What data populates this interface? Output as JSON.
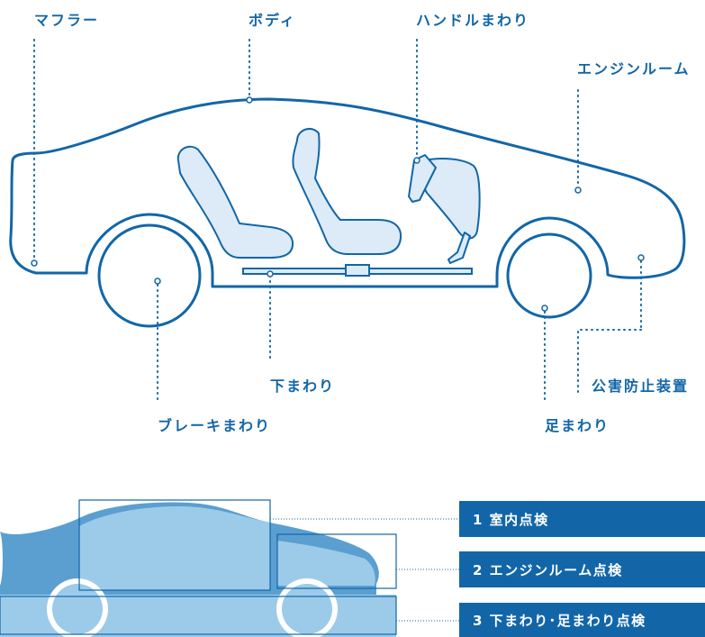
{
  "colors": {
    "primary": "#1266a8",
    "interior_fill": "#dcebf7",
    "silhouette_dark": "#5b9fd0",
    "silhouette_light": "#9ccbe9",
    "legend_bar": "#1266a8"
  },
  "parts": {
    "muffler": "マフラー",
    "body": "ボディ",
    "steering": "ハンドルまわり",
    "engine_room": "エンジンルーム",
    "brakes": "ブレーキまわり",
    "underbody": "下まわり",
    "suspension": "足まわり",
    "emission": "公害防止装置"
  },
  "inspections": [
    {
      "label": "1 室内点検"
    },
    {
      "label": "2 エンジンルーム点検"
    },
    {
      "label": "3 下まわり･足まわり点検"
    }
  ]
}
